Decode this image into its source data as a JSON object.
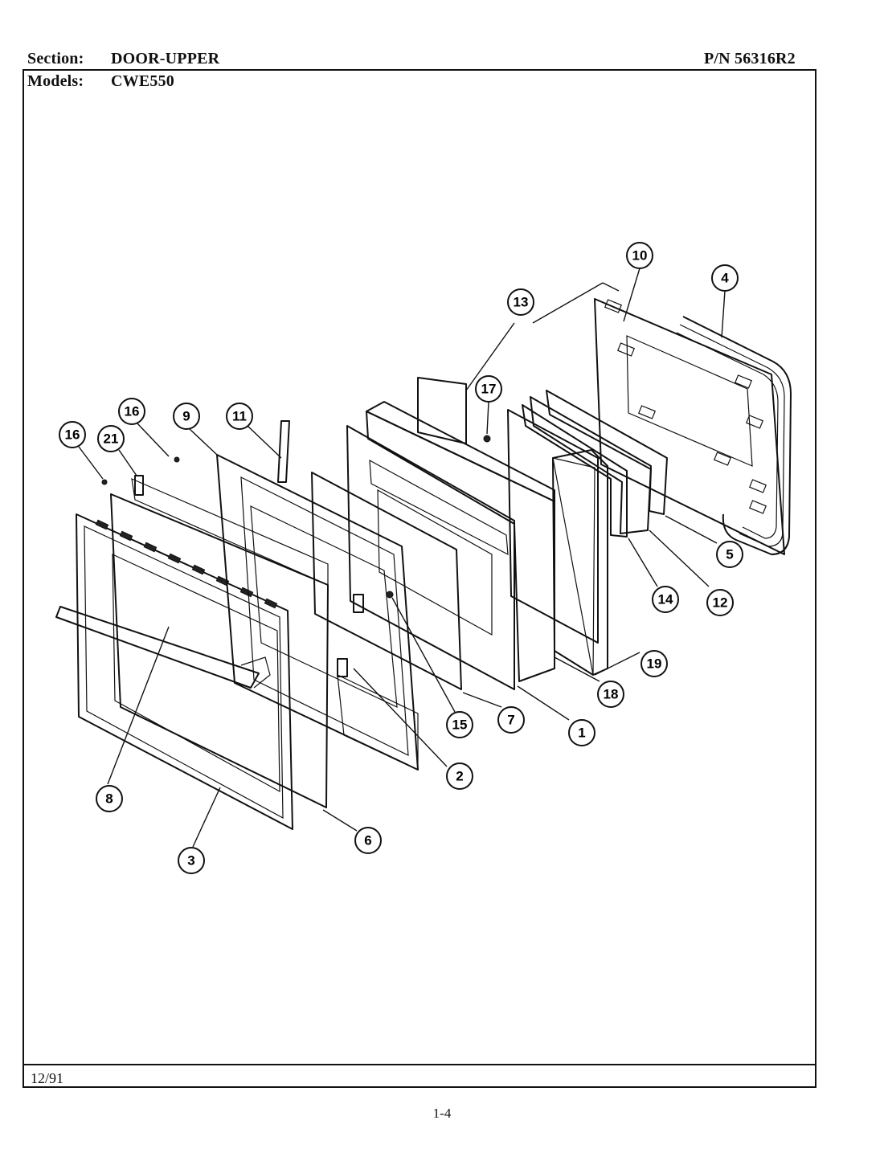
{
  "header": {
    "section_label": "Section:",
    "section_value": "DOOR-UPPER",
    "models_label": "Models:",
    "models_value": "CWE550",
    "part_number": "P/N 56316R2"
  },
  "footer": {
    "date": "12/91",
    "page_number": "1-4"
  },
  "callouts": [
    "1",
    "2",
    "3",
    "4",
    "5",
    "6",
    "7",
    "8",
    "9",
    "10",
    "11",
    "12",
    "13",
    "14",
    "15",
    "16",
    "16",
    "17",
    "18",
    "19",
    "21"
  ]
}
